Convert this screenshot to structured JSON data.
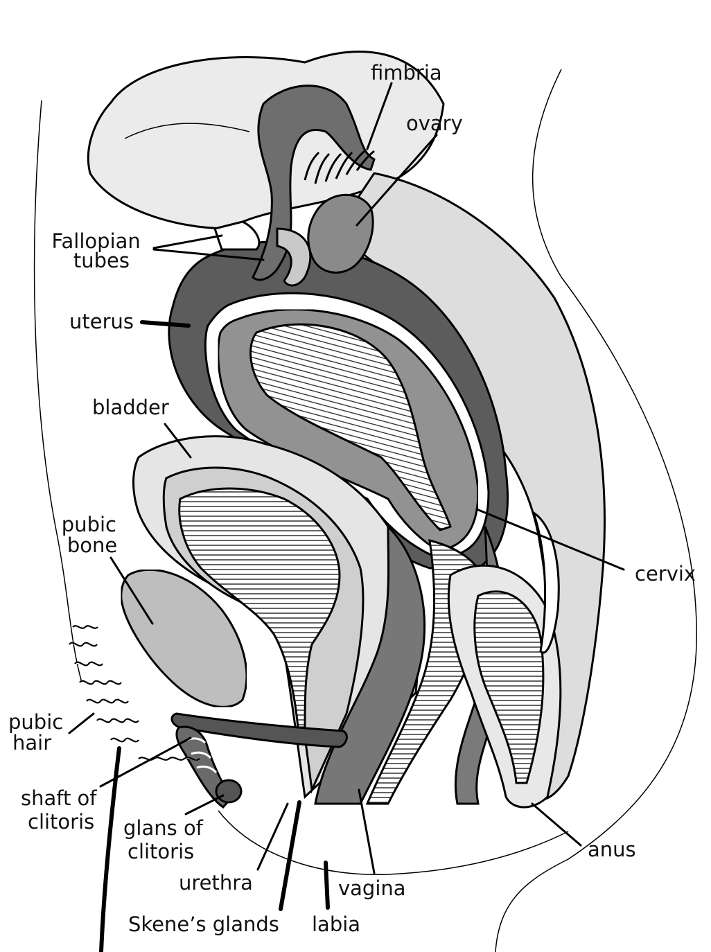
{
  "labels": {
    "fimbria": "fimbria",
    "ovary": "ovary",
    "fallopian_line1": "Fallopian",
    "fallopian_line2": "tubes",
    "uterus": "uterus",
    "bladder": "bladder",
    "pubic_bone_line1": "pubic",
    "pubic_bone_line2": "bone",
    "cervix": "cervix",
    "pubic_hair_line1": "pubic",
    "pubic_hair_line2": "hair",
    "shaft_line1": "shaft of",
    "shaft_line2": "clitoris",
    "glans_line1": "glans of",
    "glans_line2": "clitoris",
    "urethra": "urethra",
    "vagina": "vagina",
    "anus": "anus",
    "skenes_glands": "Skene’s glands",
    "labia": "labia"
  },
  "colors": {
    "background": "#ffffff",
    "ink": "#000000",
    "light_gray": "#e6e6e6",
    "mid_gray": "#b8b8b8",
    "dark_gray": "#6a6a6a",
    "speckle_gray": "#8a8a8a"
  }
}
